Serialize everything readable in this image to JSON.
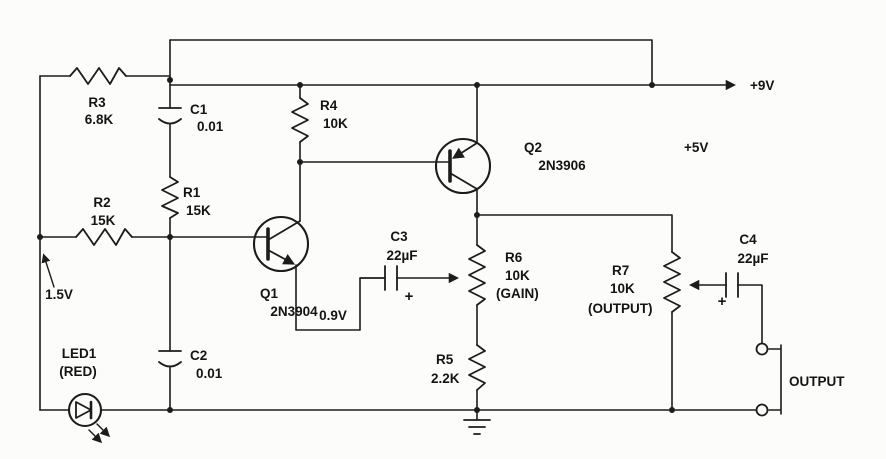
{
  "diagram": {
    "title": "two-transistor oscillator schematic",
    "ink": "#1c1c1c",
    "bg": "#fcfcfa"
  },
  "power": {
    "v9": "+9V",
    "v5": "+5V"
  },
  "test_points": {
    "rail": "1.5V",
    "emitter": "0.9V"
  },
  "components": {
    "r1": {
      "ref": "R1",
      "value": "15K"
    },
    "r2": {
      "ref": "R2",
      "value": "15K"
    },
    "r3": {
      "ref": "R3",
      "value": "6.8K"
    },
    "r4": {
      "ref": "R4",
      "value": "10K"
    },
    "r5": {
      "ref": "R5",
      "value": "2.2K"
    },
    "r6": {
      "ref": "R6",
      "value": "10K",
      "role": "(GAIN)"
    },
    "r7": {
      "ref": "R7",
      "value": "10K",
      "role": "(OUTPUT)"
    },
    "c1": {
      "ref": "C1",
      "value": "0.01"
    },
    "c2": {
      "ref": "C2",
      "value": "0.01"
    },
    "c3": {
      "ref": "C3",
      "value": "22µF",
      "polarity": "+"
    },
    "c4": {
      "ref": "C4",
      "value": "22µF",
      "polarity": "+"
    },
    "q1": {
      "ref": "Q1",
      "part": "2N3904"
    },
    "q2": {
      "ref": "Q2",
      "part": "2N3906"
    },
    "led1": {
      "ref": "LED1",
      "note": "(RED)"
    }
  },
  "output": {
    "label": "OUTPUT"
  }
}
